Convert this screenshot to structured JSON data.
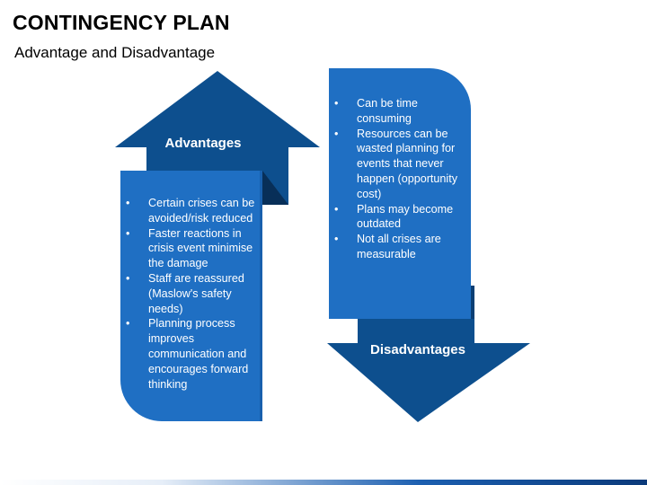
{
  "header": {
    "title": "CONTINGENCY PLAN",
    "subtitle": "Advantage and Disadvantage"
  },
  "advantages": {
    "label": "Advantages",
    "items": [
      "Certain crises can be avoided/risk reduced",
      "Faster reactions in crisis event minimise the damage",
      "Staff are reassured (Maslow's safety needs)",
      "Planning process improves communication and encourages forward thinking"
    ]
  },
  "disadvantages": {
    "label": "Disadvantages",
    "items": [
      "Can be time consuming",
      "Resources can be wasted planning for events that never happen (opportunity cost)",
      "Plans may become outdated",
      "Not all crises are measurable"
    ]
  },
  "colors": {
    "arrow_dark": "#0d4f8e",
    "panel_blue": "#1f6fc3",
    "shadow": "#0a2f57",
    "text": "#ffffff"
  }
}
